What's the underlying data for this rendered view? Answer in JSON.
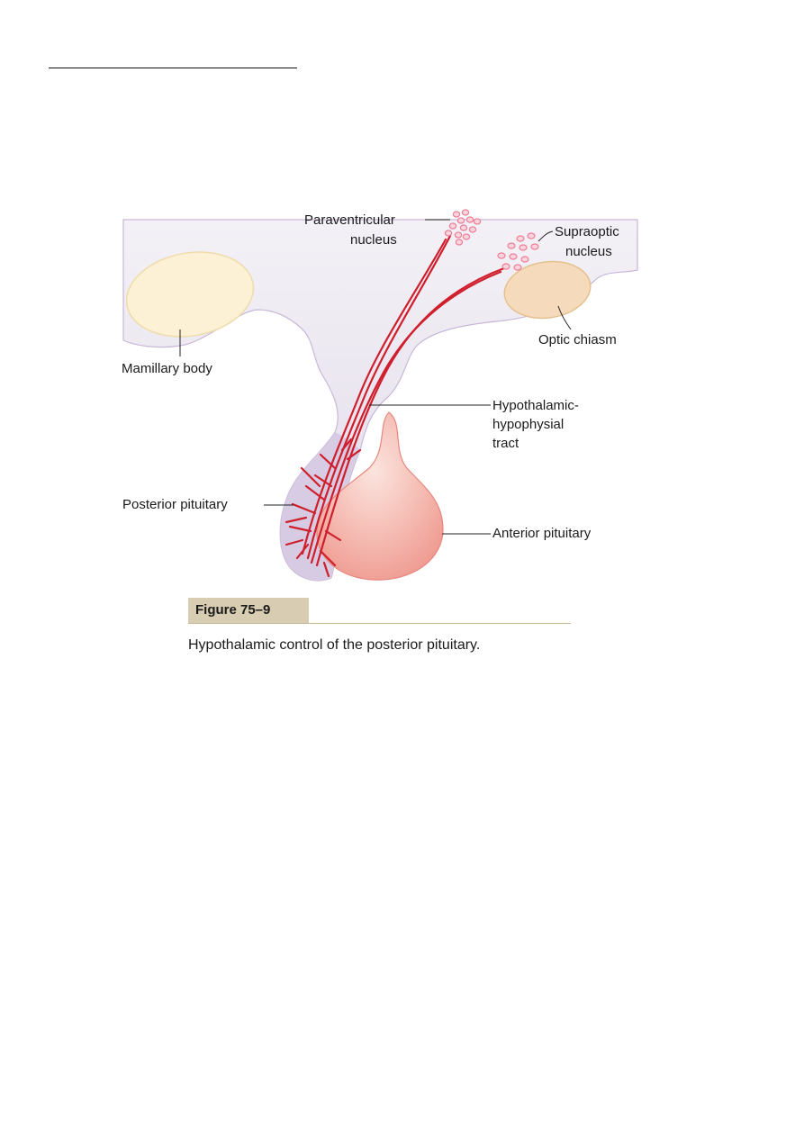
{
  "labels": {
    "paraventricular": [
      "Paraventricular",
      "nucleus"
    ],
    "supraoptic": [
      "Supraoptic",
      "nucleus"
    ],
    "mamillary": "Mamillary body",
    "optic_chiasm": "Optic chiasm",
    "tract": [
      "Hypothalamic-",
      "hypophysial",
      "tract"
    ],
    "posterior": "Posterior pituitary",
    "anterior": "Anterior pituitary"
  },
  "figure_tag": "Figure 75–9",
  "caption": "Hypothalamic control of the posterior pituitary.",
  "colors": {
    "brain": "#ebe6f1",
    "brain_outline": "#c8b4d6",
    "mamillary": "#fbf1d2",
    "chiasm": "#f4d9b8",
    "anterior": "#f3aaa2",
    "posterior": "#cfc3dd",
    "nerve": "#d0202e",
    "nucleus_dots": "#f08aa0",
    "caption_band": "#d8cdb2"
  }
}
